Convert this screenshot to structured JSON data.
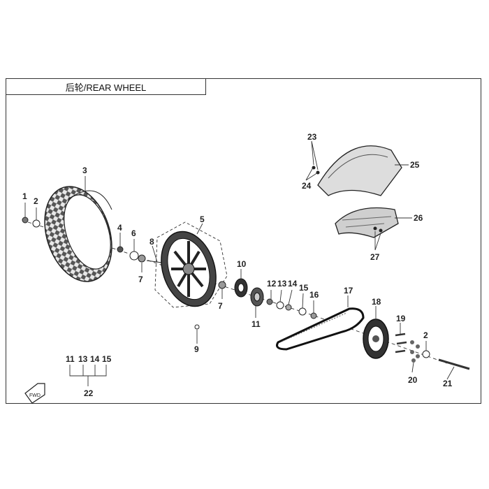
{
  "diagram": {
    "title": "后轮/REAR WHEEL",
    "callouts": {
      "c1": "1",
      "c2a": "2",
      "c2b": "2",
      "c3": "3",
      "c4": "4",
      "c5": "5",
      "c6": "6",
      "c7a": "7",
      "c7b": "7",
      "c8": "8",
      "c9": "9",
      "c10": "10",
      "c11a": "11",
      "c11b": "11",
      "c12": "12",
      "c13a": "13",
      "c13b": "13",
      "c14a": "14",
      "c14b": "14",
      "c15a": "15",
      "c15b": "15",
      "c16": "16",
      "c17": "17",
      "c18": "18",
      "c19": "19",
      "c20": "20",
      "c21": "21",
      "c22": "22",
      "c23": "23",
      "c24": "24",
      "c25": "25",
      "c26": "26",
      "c27": "27"
    },
    "fwd_label": "FWD"
  }
}
